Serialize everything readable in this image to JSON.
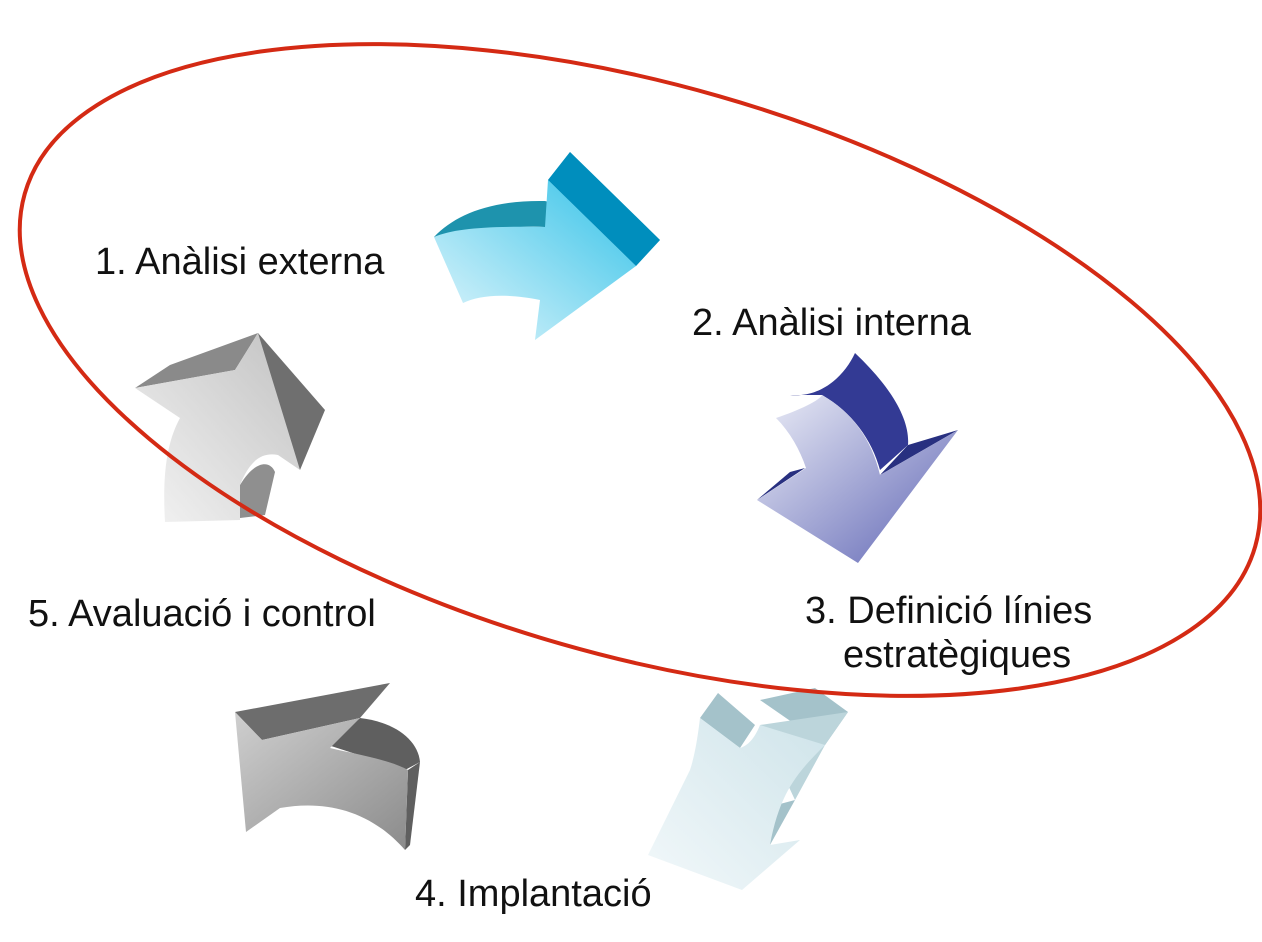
{
  "diagram": {
    "steps": [
      {
        "label": "1. Anàlisi externa",
        "arrow_color": "#00a0cc"
      },
      {
        "label": "2. Anàlisi interna",
        "arrow_color": "#2e3592"
      },
      {
        "label_lines": [
          "3. Definició línies",
          "estratègiques"
        ]
      },
      {
        "label": "4. Implantació",
        "arrow_color": "#a9c4cc"
      },
      {
        "label": "5. Avaluació i control",
        "arrow_color": "#6f6f6f"
      }
    ],
    "highlight_ellipse_color": "#d42a14"
  }
}
